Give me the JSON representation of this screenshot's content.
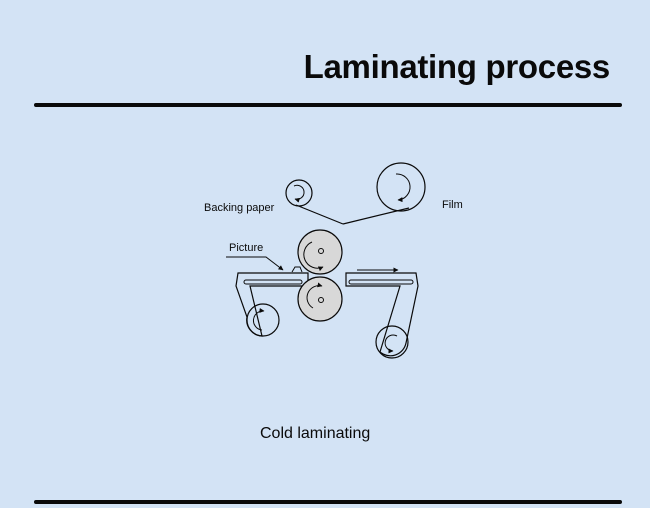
{
  "title": "Laminating process",
  "diagram": {
    "labels": {
      "backing_paper": "Backing paper",
      "film": "Film",
      "picture": "Picture"
    },
    "caption": "Cold laminating"
  },
  "colors": {
    "background": "#d3e3f5",
    "ink": "#0a0a0a",
    "roller_fill": "#d8d8d8"
  }
}
